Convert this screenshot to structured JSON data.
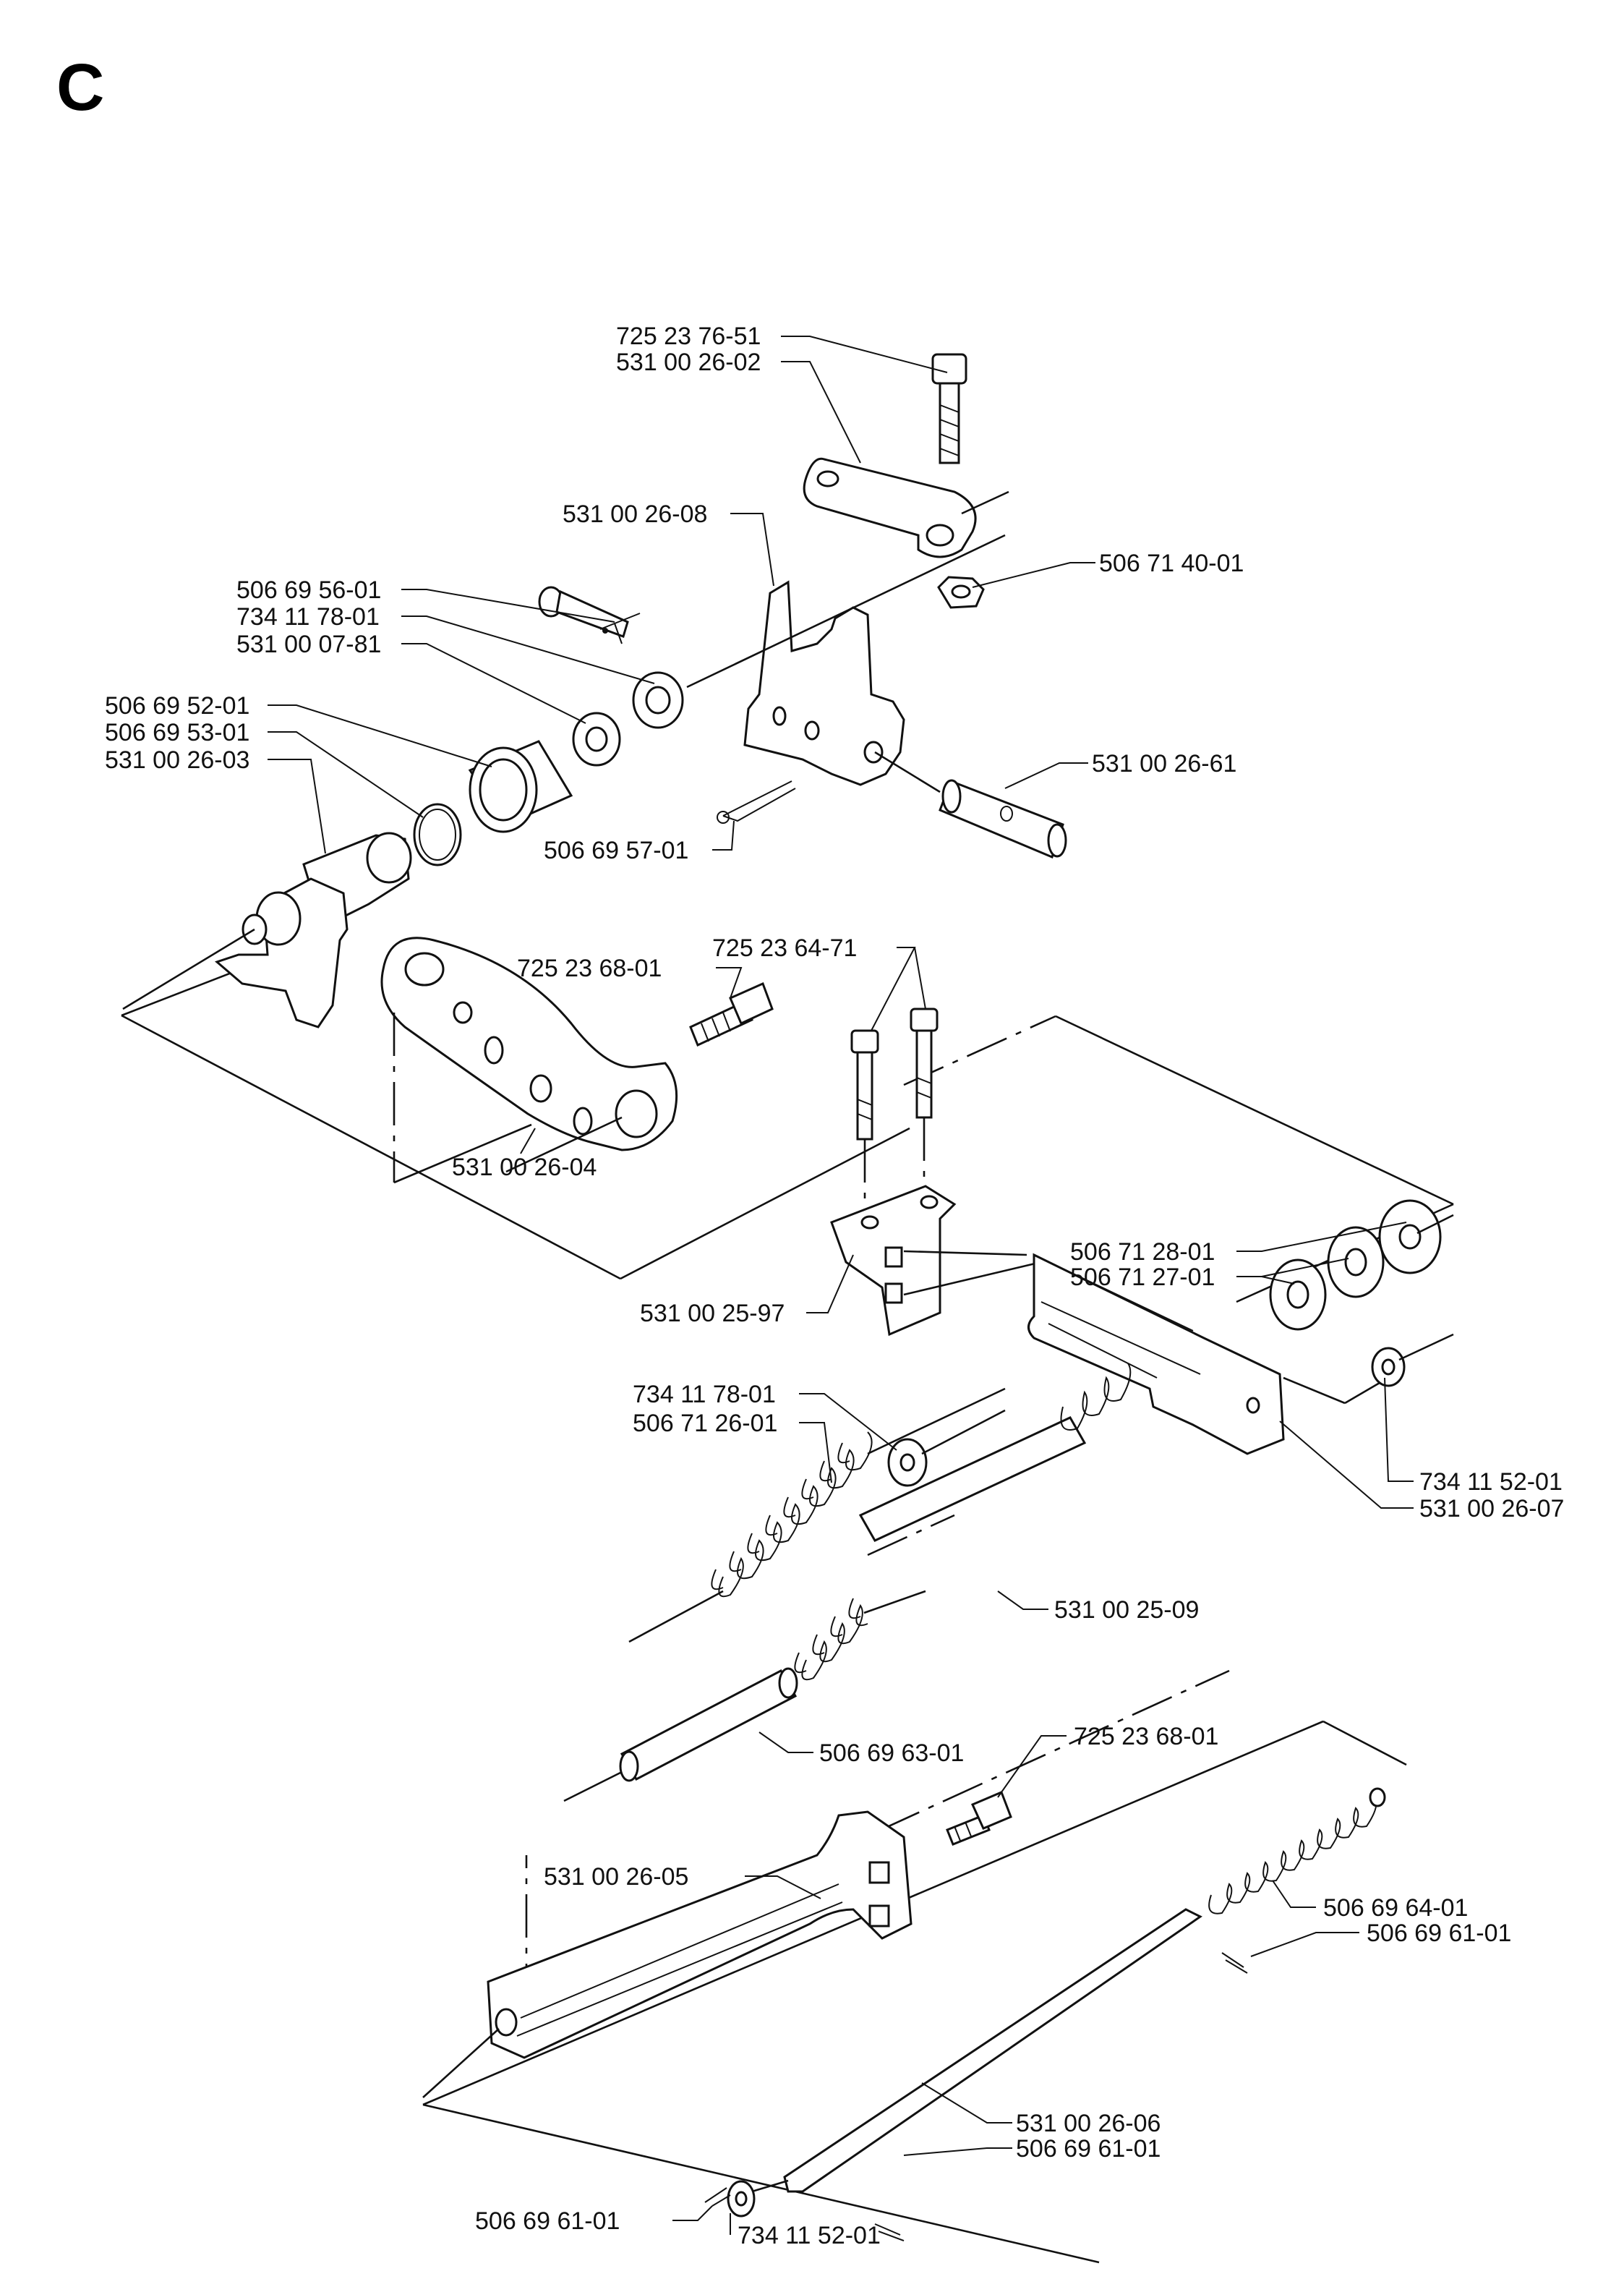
{
  "sheet": {
    "letter": "C"
  },
  "labels": [
    "725 23 76-51",
    "531 00 26-02",
    "531 00 26-08",
    "506 71 40-01",
    "506 69 56-01",
    "734 11 78-01",
    "531 00 07-81",
    "506 69 52-01",
    "506 69 53-01",
    "531 00 26-03",
    "531 00 26-61",
    "506 69 57-01",
    "725 23 64-71",
    "725 23 68-01",
    "531 00 26-04",
    "506 71 28-01",
    "506 71 27-01",
    "531 00 25-97",
    "734 11 78-01",
    "506 71 26-01",
    "734 11 52-01",
    "531 00 26-07",
    "531 00 25-09",
    "506 69 63-01",
    "725 23 68-01",
    "531 00 26-05",
    "506 69 64-01",
    "506 69 61-01",
    "531 00 26-06",
    "506 69 61-01",
    "506 69 61-01",
    "734 11 52-01"
  ]
}
